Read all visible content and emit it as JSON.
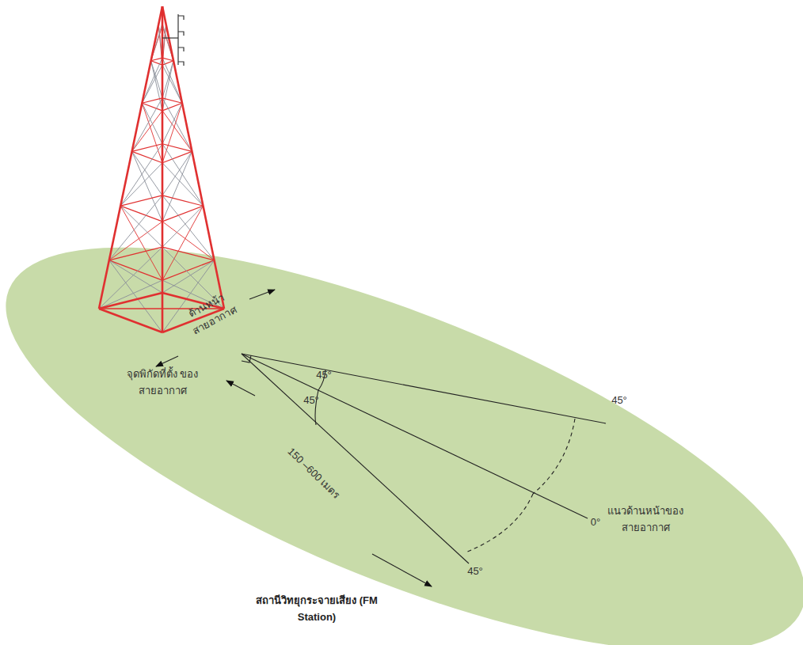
{
  "diagram": {
    "labels": [
      "ด้านหน้า สายอากาศ",
      "จุดพิกัดที่ตั้ง ของสายอากาศ",
      "45°",
      "45°",
      "45°",
      "0°",
      "45°",
      "แนวด้านหน้าของ สายอากาศ",
      "150 –600 เมตร",
      "สถานีวิทยุกระจายเสียง (FM Station)"
    ]
  }
}
